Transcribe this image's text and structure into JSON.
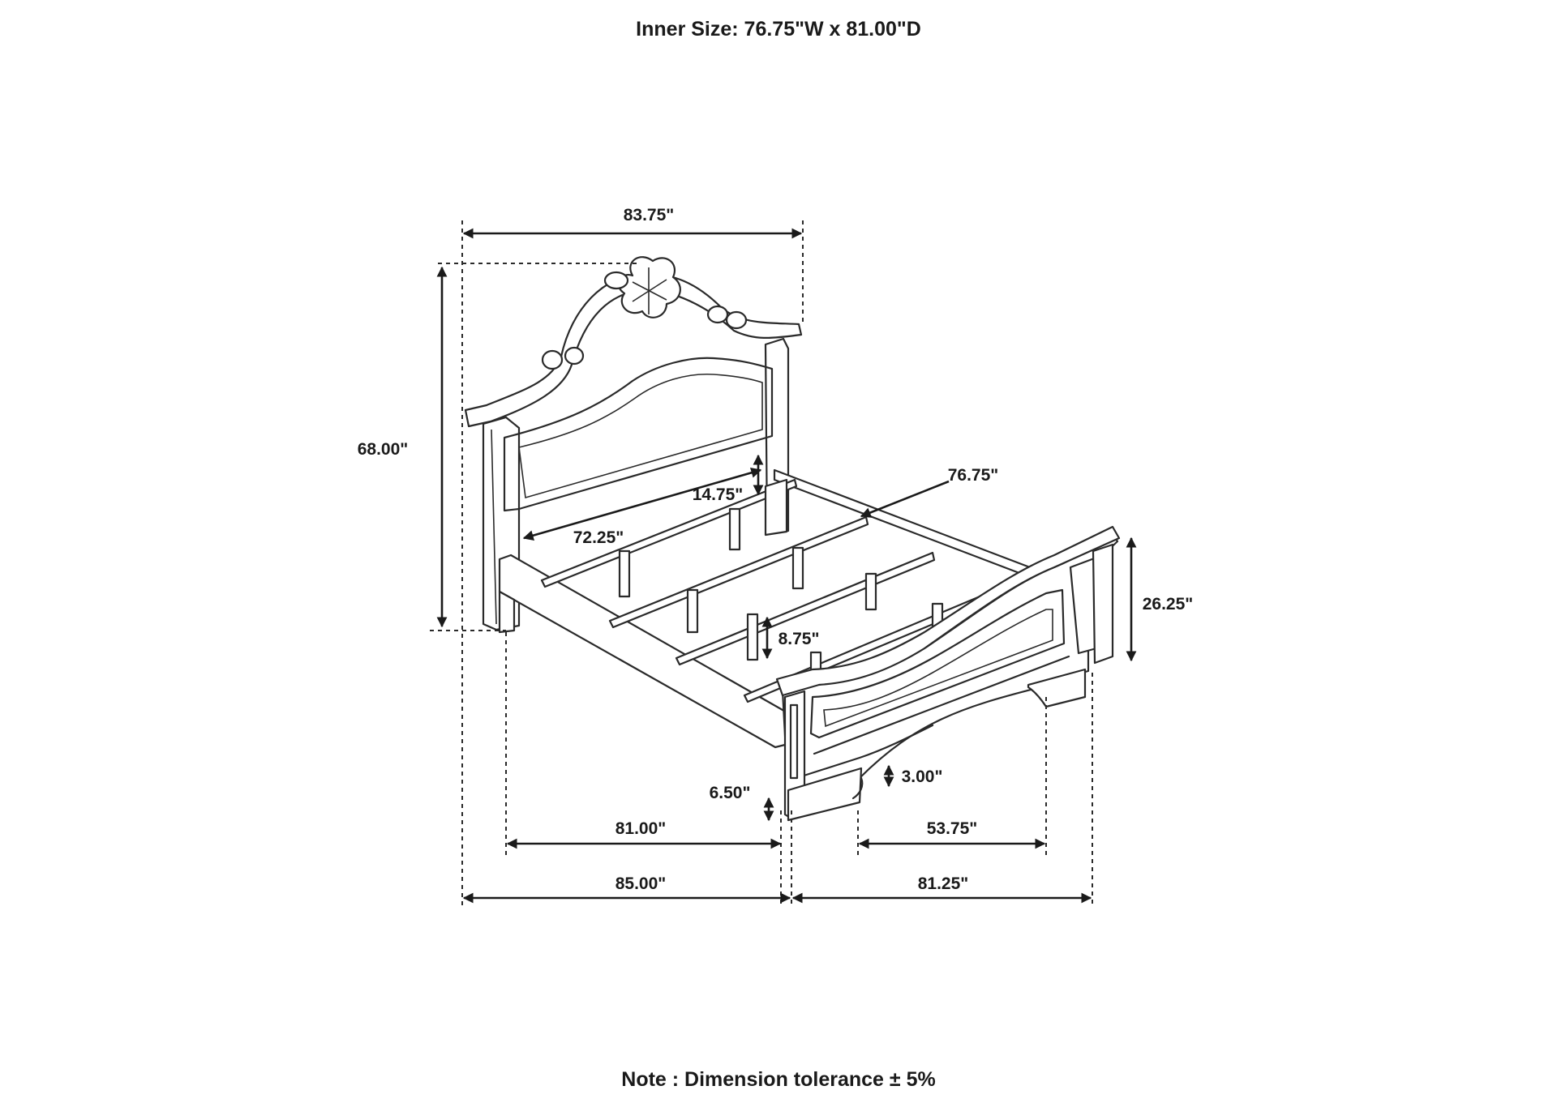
{
  "header": {
    "title": "Inner Size: 76.75\"W x 81.00\"D"
  },
  "footer": {
    "note": "Note : Dimension tolerance ± 5%"
  },
  "dimensions": {
    "headboard_width": "83.75\"",
    "overall_height": "68.00\"",
    "headboard_panel_height": "14.75\"",
    "inner_width": "76.75\"",
    "headboard_panel_width": "72.25\"",
    "footboard_height": "26.25\"",
    "side_rail_height": "8.75\"",
    "clearance_rail": "6.50\"",
    "clearance_foot": "3.00\"",
    "inner_length": "81.00\"",
    "overall_length": "85.00\"",
    "overall_width": "81.25\"",
    "footboard_span": "53.75\""
  },
  "colors": {
    "line": "#2a2a2a",
    "background": "#ffffff"
  }
}
